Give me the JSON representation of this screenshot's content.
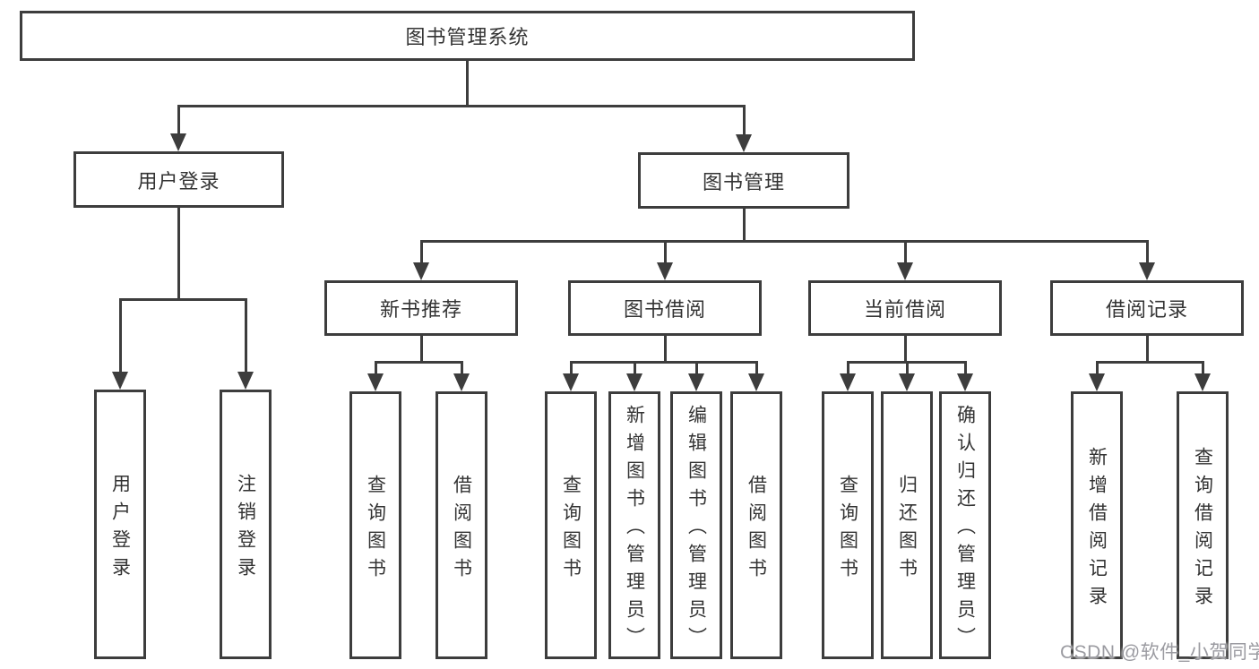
{
  "diagram": {
    "root": {
      "label": "图书管理系统"
    },
    "branches": [
      {
        "label": "用户登录",
        "leaves": [
          {
            "label": "用户登录"
          },
          {
            "label": "注销登录"
          }
        ]
      },
      {
        "label": "图书管理",
        "groups": [
          {
            "label": "新书推荐",
            "leaves": [
              {
                "label": "查询图书"
              },
              {
                "label": "借阅图书"
              }
            ]
          },
          {
            "label": "图书借阅",
            "leaves": [
              {
                "label": "查询图书"
              },
              {
                "label": "新增图书（管理员）"
              },
              {
                "label": "编辑图书（管理员）"
              },
              {
                "label": "借阅图书"
              }
            ]
          },
          {
            "label": "当前借阅",
            "leaves": [
              {
                "label": "查询图书"
              },
              {
                "label": "归还图书"
              },
              {
                "label": "确认归还（管理员）"
              }
            ]
          },
          {
            "label": "借阅记录",
            "leaves": [
              {
                "label": "新增借阅记录"
              },
              {
                "label": "查询借阅记录"
              }
            ]
          }
        ]
      }
    ]
  },
  "watermark": {
    "text": "CSDN @软件_小贺同学"
  },
  "colors": {
    "line": "#3d3d3d",
    "text": "#333333",
    "watermark": "#9b9ba1",
    "background": "#ffffff"
  }
}
